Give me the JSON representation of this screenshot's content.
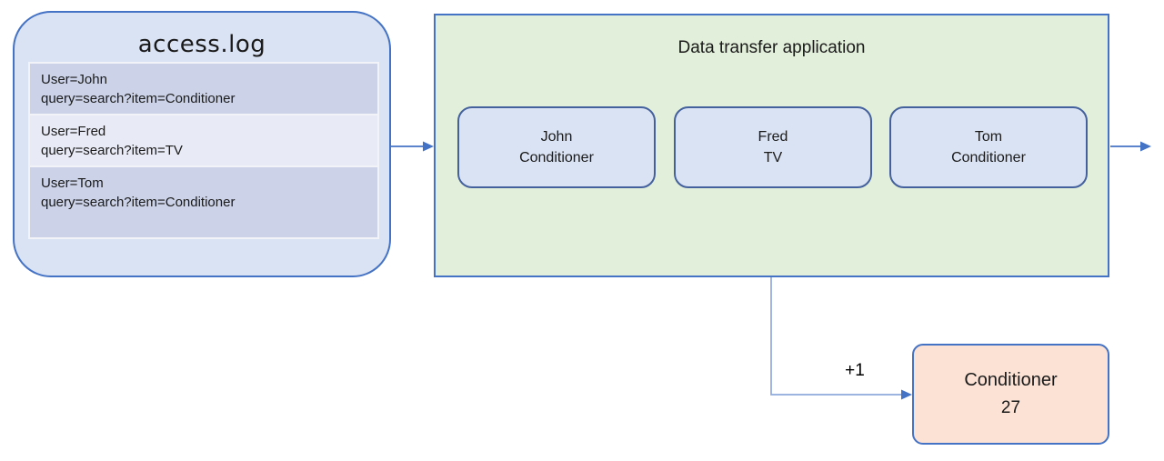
{
  "log_panel": {
    "title": "access.log",
    "entries": [
      {
        "line1": "User=John",
        "line2": "query=search?item=Conditioner"
      },
      {
        "line1": "User=Fred",
        "line2": "query=search?item=TV"
      },
      {
        "line1": "User=Tom",
        "line2": "query=search?item=Conditioner"
      }
    ]
  },
  "app_panel": {
    "title": "Data transfer application",
    "records": [
      {
        "user": "John",
        "item": "Conditioner"
      },
      {
        "user": "Fred",
        "item": "TV"
      },
      {
        "user": "Tom",
        "item": "Conditioner"
      }
    ]
  },
  "counter": {
    "increment_label": "+1",
    "label": "Conditioner",
    "value": "27"
  },
  "colors": {
    "log_fill": "#dae3f3",
    "log_row_dark": "#ccd3e9",
    "log_row_light": "#e8ebf5",
    "app_fill": "#e2efda",
    "record_fill": "#dae3f3",
    "counter_fill": "#fbe2d5",
    "border_blue": "#4472c4",
    "record_border": "#44619d",
    "connector_light": "#8faadc"
  }
}
